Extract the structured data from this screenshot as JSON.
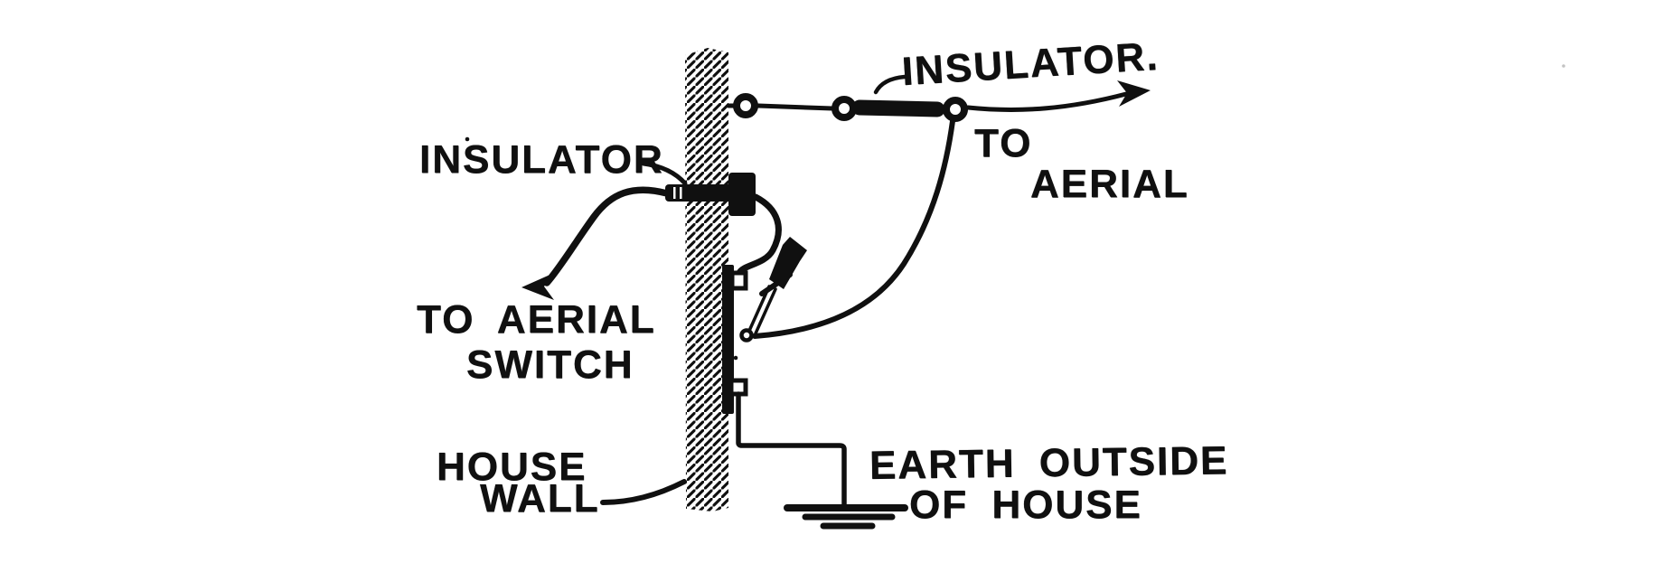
{
  "diagram": {
    "labels": {
      "top_insulator": "INSULATOR.",
      "to_aerial_right": {
        "line1": "TO",
        "line2": "AERIAL"
      },
      "left_insulator": "INSULATOR",
      "to_aerial_switch": {
        "line1": "TO AERIAL",
        "line2": "SWITCH"
      },
      "house_wall": {
        "line1": "HOUSE",
        "line2": "WALL"
      },
      "earth": {
        "line1": "EARTH OUTSIDE",
        "line2": "OF HOUSE"
      }
    },
    "colors": {
      "ink": "#101010",
      "paper": "#ffffff"
    }
  }
}
